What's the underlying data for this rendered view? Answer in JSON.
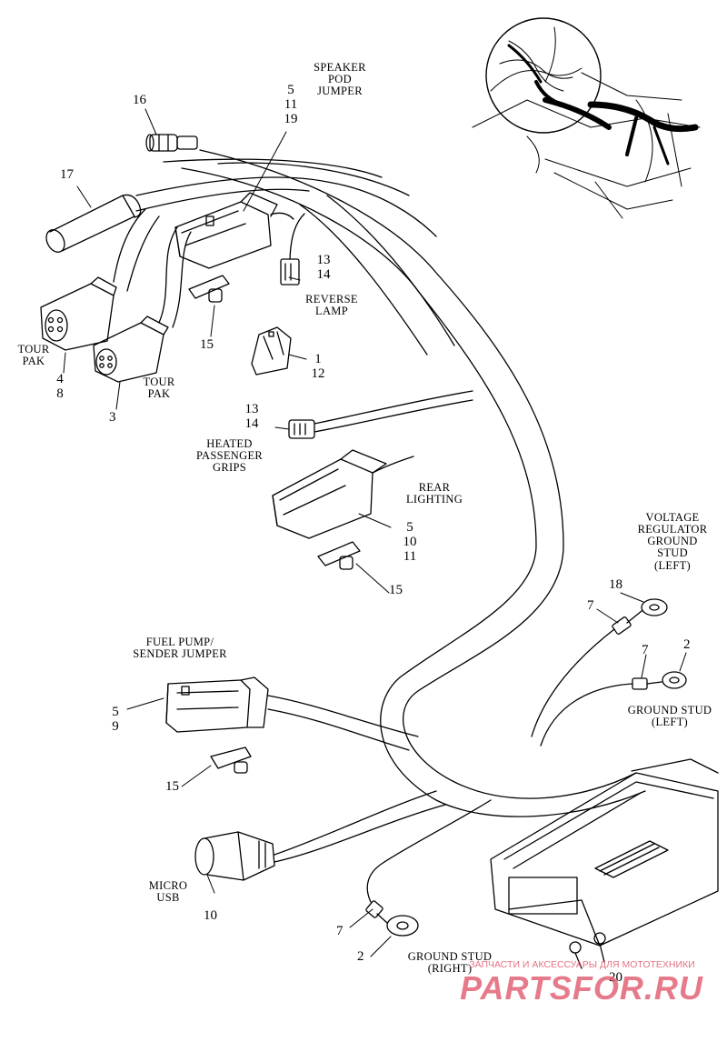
{
  "callouts": {
    "c16": "16",
    "c17": "17",
    "c5_11_19": [
      "5",
      "11",
      "19"
    ],
    "c13_14_top": [
      "13",
      "14"
    ],
    "c4_8": [
      "4",
      "8"
    ],
    "c3": "3",
    "c15_a": "15",
    "c1_12": [
      "1",
      "12"
    ],
    "c13_14_mid": [
      "13",
      "14"
    ],
    "c5_10_11": [
      "5",
      "10",
      "11"
    ],
    "c15_b": "15",
    "c18": "18",
    "c7_a": "7",
    "c7_b": "7",
    "c2_a": "2",
    "c5_9": [
      "5",
      "9"
    ],
    "c15_c": "15",
    "c10": "10",
    "c7_c": "7",
    "c2_b": "2",
    "c20": "20"
  },
  "labels": {
    "speaker_pod_jumper": [
      "SPEAKER",
      "POD",
      "JUMPER"
    ],
    "reverse_lamp": [
      "REVERSE",
      "LAMP"
    ],
    "tour_pak_left": [
      "TOUR",
      "PAK"
    ],
    "tour_pak_right": [
      "TOUR",
      "PAK"
    ],
    "heated_passenger_grips": [
      "HEATED",
      "PASSENGER",
      "GRIPS"
    ],
    "rear_lighting": [
      "REAR",
      "LIGHTING"
    ],
    "voltage_regulator_ground_stud": [
      "VOLTAGE",
      "REGULATOR",
      "GROUND",
      "STUD",
      "(LEFT)"
    ],
    "ground_stud_left": [
      "GROUND STUD",
      "(LEFT)"
    ],
    "fuel_pump_sender_jumper": [
      "FUEL PUMP/",
      "SENDER JUMPER"
    ],
    "micro_usb": [
      "MICRO",
      "USB"
    ],
    "ground_stud_right": [
      "GROUND STUD",
      "(RIGHT)"
    ]
  },
  "watermark": {
    "tagline": "ЗАПЧАСТИ И АКСЕССУАРЫ ДЛЯ МОТОТЕХНИКИ",
    "brand": "PARTSFOR.RU",
    "color": "#e05a6e"
  }
}
